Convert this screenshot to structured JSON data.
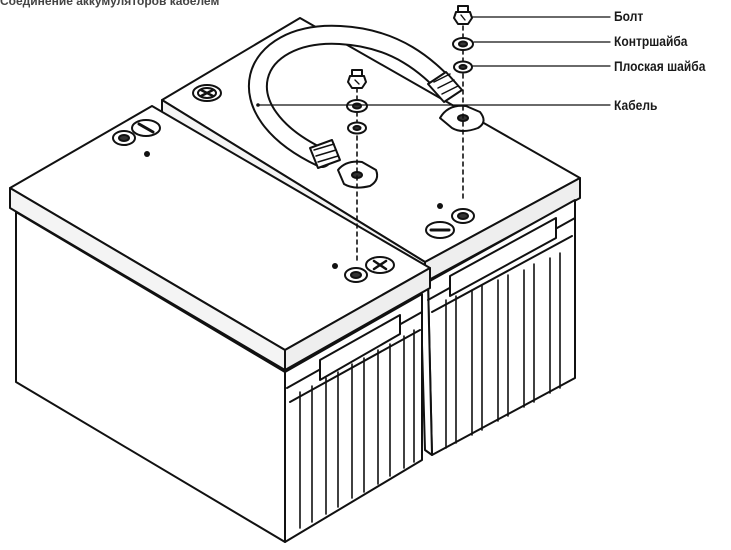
{
  "figure": {
    "caption_cropped": "Соединение аккумуляторов кабелем",
    "labels": {
      "bolt": "Болт",
      "lock_washer": "Контршайба",
      "flat_washer": "Плоская шайба",
      "cable": "Кабель"
    },
    "terminal_marks": {
      "minus": "−",
      "plus": "+"
    }
  }
}
